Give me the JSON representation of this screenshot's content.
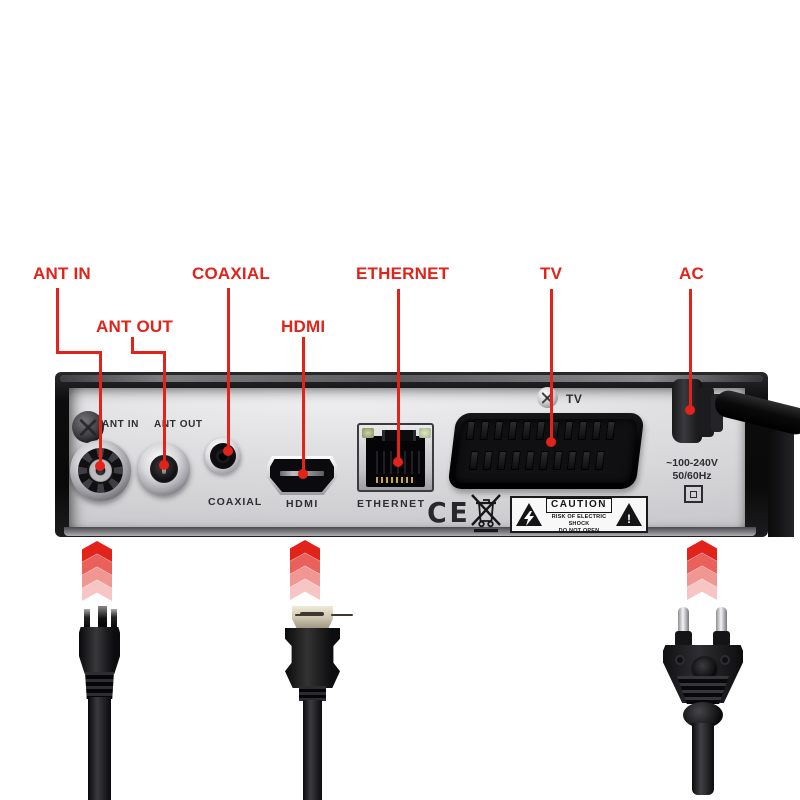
{
  "description": "Rear panel of a DVB set-top box with port callouts and matching cables",
  "colors": {
    "accent_red": "#e2231a",
    "panel_silver": "#d8d8da",
    "case_black": "#111113",
    "background": "#ffffff"
  },
  "callouts": {
    "ant_in": "ANT IN",
    "ant_out": "ANT OUT",
    "coaxial": "COAXIAL",
    "hdmi": "HDMI",
    "ethernet": "ETHERNET",
    "tv": "TV",
    "ac": "AC"
  },
  "panel": {
    "ant_in_label": "ANT IN",
    "ant_out_label": "ANT OUT",
    "coaxial_label": "COAXIAL",
    "hdmi_label": "HDMI",
    "ethernet_label": "ETHERNET",
    "tv_label": "TV",
    "voltage": "~100-240V",
    "frequency": "50/60Hz",
    "ce_mark": "CE",
    "caution": {
      "title": "CAUTION",
      "line1": "RISK OF ELECTRIC SHOCK",
      "line2": "DO NOT OPEN",
      "exclamation": "!"
    }
  }
}
